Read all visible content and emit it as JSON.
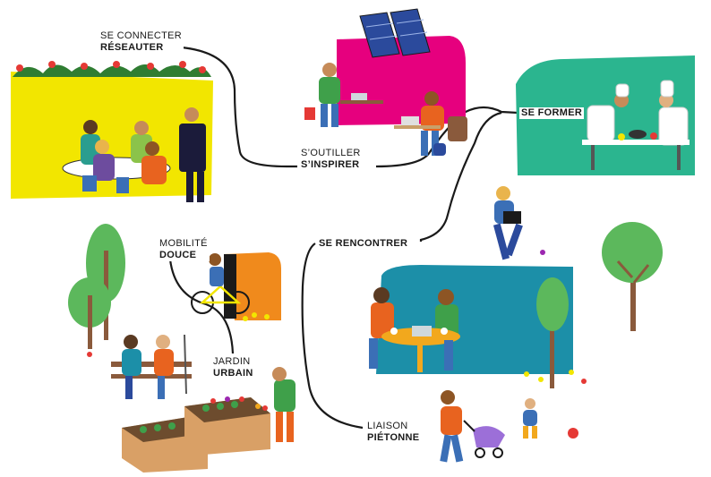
{
  "labels": {
    "reseau": {
      "line1": "SE CONNECTER",
      "line2": "RÉSEAUTER"
    },
    "outiller": {
      "line1": "S’OUTILLER",
      "line2": "S’INSPIRER"
    },
    "former": {
      "line1": "SE FORMER"
    },
    "rencontrer": {
      "line1": "SE RENCONTRER"
    },
    "mobilite": {
      "line1": "MOBILITÉ",
      "line2": "DOUCE"
    },
    "jardin": {
      "line1": "JARDIN",
      "line2": "URBAIN"
    },
    "liaison": {
      "line1": "LIAISON",
      "line2": "PIÉTONNE"
    }
  },
  "colors": {
    "yellow_panel": "#f2e600",
    "magenta_panel": "#e6007e",
    "teal_panel": "#2bb58f",
    "blue_panel": "#1c8fa8",
    "orange_panel": "#f08a1c",
    "path_line": "#1a1a1a",
    "tree_green": "#5cb85c",
    "trunk_brown": "#8a5a3c"
  }
}
